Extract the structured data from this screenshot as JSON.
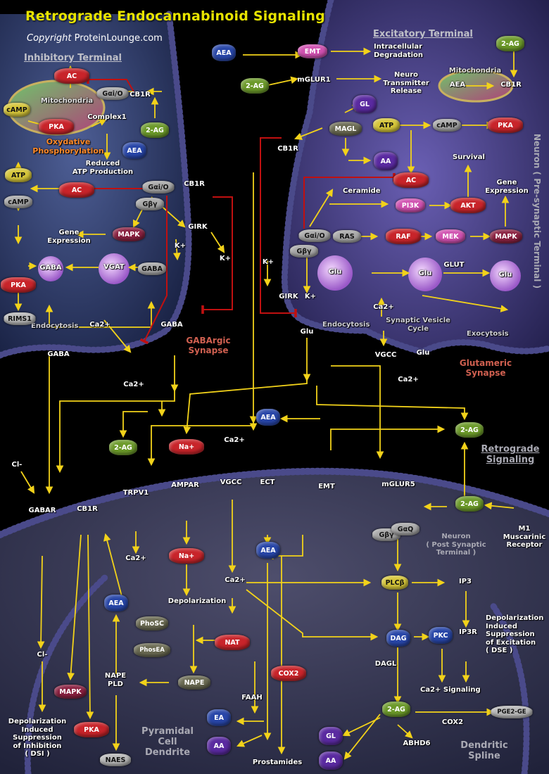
{
  "title": "Retrograde Endocannabinoid Signaling",
  "copyright": {
    "word": "Copyright",
    "site": "ProteinLounge.com"
  },
  "regions": {
    "inhibitory_terminal": "Inhibitory Terminal",
    "excitatory_terminal": "Excitatory Terminal",
    "neuron_presynaptic": "Neuron ( Pre-synaptic Terminal )",
    "gabaergic_synapse": [
      "GABArgic",
      "Synapse"
    ],
    "glutameric_synapse": [
      "Glutameric",
      "Synapse"
    ],
    "retrograde_signaling": [
      "Retrograde",
      "Signaling"
    ],
    "neuron_postsynaptic": [
      "Neuron",
      "( Post Synaptic",
      "Terminal )"
    ],
    "pyramidal_cell_dendrite": [
      "Pyramidal",
      "Cell",
      "Dendrite"
    ],
    "dendritic_spline": [
      "Dendritic",
      "Spline"
    ]
  },
  "nodes": {
    "ac_inh_top": "AC",
    "gaio_inh_top": "Gαi/O",
    "cb1r_inh_top": "CB1R",
    "camp_inh_top": "cAMP",
    "pka_inh_top": "PKA",
    "complex1": "Complex1",
    "two_ag_inh": "2-AG",
    "aea_inh": "AEA",
    "atp_inh": "ATP",
    "ac_inh": "AC",
    "gaio_inh": "Gαi/O",
    "cb1r_inh": "CB1R",
    "gby_inh": "Gβγ",
    "camp_inh": "cAMP",
    "mapk_inh": "MAPK",
    "girk_inh": "GIRK",
    "k_inh_1": "K+",
    "k_inh_2": "K+",
    "pka_inh": "PKA",
    "gaba_1": "GABA",
    "vgat": "VGAT",
    "gaba_2": "GABA",
    "rims1": "RIMS1",
    "ca_inh": "Ca2+",
    "gaba_3": "GABA",
    "gaba_4": "GABA",
    "ca_inh_2": "Ca2+",
    "aea_exc_top": "AEA",
    "emt_top": "EMT",
    "two_ag_exc_top": "2-AG",
    "mglur1": "mGLUR1",
    "two_ag_exc_right": "2-AG",
    "aea_exc_mito": "AEA",
    "cb1r_exc_mito": "CB1R",
    "gl_exc": "GL",
    "magl": "MAGL",
    "cb1r_exc": "CB1R",
    "atp_exc": "ATP",
    "camp_exc": "cAMP",
    "pka_exc": "PKA",
    "aa_exc": "AA",
    "ac_exc": "AC",
    "pi3k": "PI3K",
    "akt": "AKT",
    "gaio_exc": "Gαi/O",
    "ras": "RAS",
    "raf": "RAF",
    "mek": "MEK",
    "mapk_exc": "MAPK",
    "gby_exc": "Gβγ",
    "k_exc": "K+",
    "girk_exc": "GIRK",
    "k_exc_2": "K+",
    "glu_1": "Glu",
    "glut": "GLUT",
    "glu_2": "Glu",
    "ca_exc": "Ca2+",
    "glu_3": "Glu",
    "vgcc_exc": "VGCC",
    "glu_4": "Glu",
    "ca_exc_2": "Ca2+",
    "glu_5": "Glu",
    "aea_mid": "AEA",
    "two_ag_retro": "2-AG",
    "two_ag_left": "2-AG",
    "na_1": "Na+",
    "ca_mid": "Ca2+",
    "cl_1": "Cl-",
    "gabar": "GABAR",
    "cb1r_post": "CB1R",
    "trpv1": "TRPV1",
    "ampar": "AMPAR",
    "vgcc_post": "VGCC",
    "ect": "ECT",
    "emt_post": "EMT",
    "mglur5": "mGLUR5",
    "two_ag_right": "2-AG",
    "m1_receptor": [
      "M1",
      "Muscarinic",
      "Receptor"
    ],
    "gby_post": "Gβγ",
    "gaq": "GαQ",
    "ca_post_1": "Ca2+",
    "na_2": "Na+",
    "aea_post": "AEA",
    "aea_post_left": "AEA",
    "ca_post_2": "Ca2+",
    "plcb": "PLCβ",
    "ip3": "IP3",
    "depolarization": "Depolarization",
    "phosc": "PhoSC",
    "nat": "NAT",
    "phosea": "PhosEA",
    "dag": "DAG",
    "pkc": "PKC",
    "ip3r": "IP3R",
    "cl_2": "Cl-",
    "nape_pld": [
      "NAPE",
      "PLD"
    ],
    "nape": "NAPE",
    "cox2_1": "COX2",
    "dagl": "DAGL",
    "mapk_post": "MAPK",
    "faah": "FAAH",
    "two_ag_post": "2-AG",
    "pge2_ge": "PGE2-GE",
    "ea": "EA",
    "cox2_2": "COX2",
    "pka_post": "PKA",
    "aa_post_1": "AA",
    "gl_post": "GL",
    "abhd6": "ABHD6",
    "naes": "NAES",
    "aa_post_2": "AA",
    "prostamides": "Prostamides"
  },
  "annotations": {
    "mitochondria_inh": "Mitochondria",
    "oxphos": [
      "Oxydative",
      "Phosphorylation"
    ],
    "reduced_atp": [
      "Reduced",
      "ATP Production"
    ],
    "gene_expression_inh": [
      "Gene",
      "Expression"
    ],
    "endocytosis_inh": "Endocytosis",
    "intracellular_degradation": [
      "Intracellular",
      "Degradation"
    ],
    "neuro_transmitter_release": [
      "Neuro",
      "Transmitter",
      "Release"
    ],
    "mitochondria_exc": "Mitochondria",
    "survival": "Survival",
    "gene_expression_exc": [
      "Gene",
      "Expression"
    ],
    "ceramide": "Ceramide",
    "endocytosis_exc": "Endocytosis",
    "synaptic_vesicle_cycle": [
      "Synaptic Vesicle",
      "Cycle"
    ],
    "exocytosis": "Exocytosis",
    "ca_signaling": "Ca2+ Signaling",
    "dse": [
      "Depolarization",
      "Induced",
      "Suppression",
      "of Excitation",
      "( DSE )"
    ],
    "dsi": [
      "Depolarization",
      "Induced",
      "Suppression",
      "of Inhibition",
      "( DSI )"
    ]
  },
  "colors": {
    "background": "#000000",
    "title": "#e8e400",
    "arrow": "#f2d21a",
    "inhibit": "#c01010",
    "terminal_fill": "#2e3d70",
    "membrane_bead": "#4a4a8a",
    "label": "#ffffff",
    "oxphos_text": "#ff8a2a",
    "synapse_text": "#d06050"
  }
}
